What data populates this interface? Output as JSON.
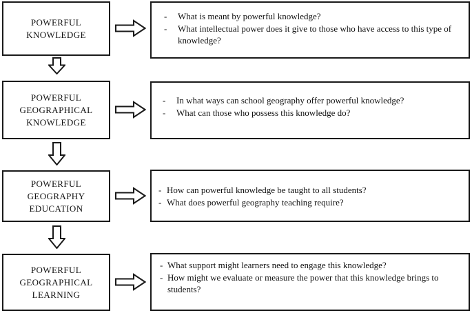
{
  "figure": {
    "bullet_char": "-",
    "colors": {
      "line": "#1a1a1a",
      "background": "#ffffff",
      "text": "#111111"
    },
    "icons": {
      "right_arrow": "right-block-arrow-icon",
      "down_arrow": "down-block-arrow-icon"
    },
    "rows": [
      {
        "label": "POWERFUL\nKNOWLEDGE",
        "questions": [
          "What is meant by powerful knowledge?",
          "What intellectual power does it give to those who have access to this type of knowledge?"
        ]
      },
      {
        "label": "POWERFUL\nGEOGRAPHICAL\nKNOWLEDGE",
        "questions": [
          "In what ways can school geography offer powerful knowledge?",
          "What can those who possess this knowledge do?"
        ]
      },
      {
        "label": "POWERFUL\nGEOGRAPHY\nEDUCATION",
        "questions": [
          "How can powerful knowledge be taught to all students?",
          "What does powerful geography teaching require?"
        ]
      },
      {
        "label": "POWERFUL\nGEOGRAPHICAL\nLEARNING",
        "questions": [
          "What support might learners need to engage this knowledge?",
          "How might we evaluate or measure the power that this knowledge brings to students?"
        ]
      }
    ]
  }
}
